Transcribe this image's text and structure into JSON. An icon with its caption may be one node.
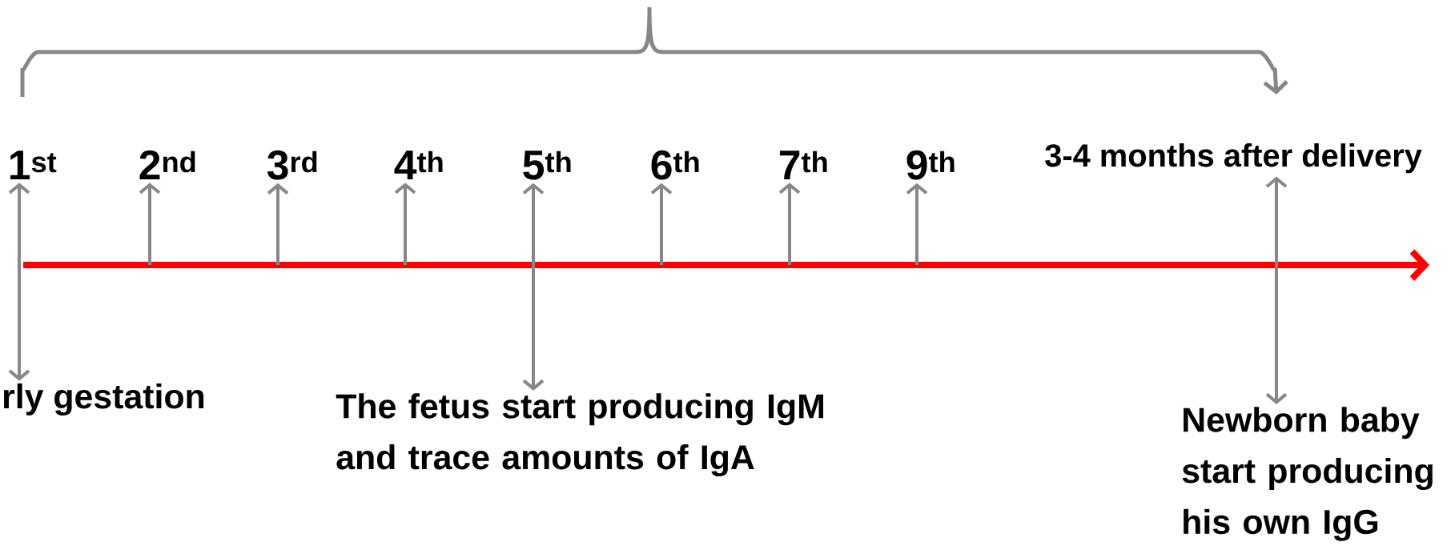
{
  "diagram": {
    "nodes": [
      {
        "text": [
          "1$^{st}$"
        ]
      },
      {
        "text": [
          "2$^{nd}$"
        ]
      },
      {
        "text": [
          "3$^{rd}$"
        ]
      },
      {
        "text": [
          "4$^{th}$"
        ]
      },
      {
        "text": [
          "5$^{th}$"
        ]
      },
      {
        "text": [
          "6$^{th}$"
        ]
      },
      {
        "text": [
          "7$^{th}$"
        ]
      },
      {
        "text": [
          "9$^{th}$"
        ]
      },
      {
        "text": [
          "3-4 months after delivery"
        ]
      },
      {
        "text": [
          "rly gestation"
        ]
      },
      {
        "text": [
          "The fetus start producing IgM and trace amounts of IgA"
        ]
      },
      {
        "text": [
          "Newborn baby start producing his own IgG"
        ]
      }
    ],
    "edges": [
      {
        "from": 0,
        "to": 9,
        "arrow": "both"
      },
      {
        "from": null,
        "to": 1,
        "arrow": "to"
      },
      {
        "from": null,
        "to": 2,
        "arrow": "to"
      },
      {
        "from": null,
        "to": 3,
        "arrow": "to"
      },
      {
        "from": 4,
        "to": 10,
        "arrow": "both"
      },
      {
        "from": null,
        "to": 5,
        "arrow": "to"
      },
      {
        "from": null,
        "to": 6,
        "arrow": "to"
      },
      {
        "from": null,
        "to": 7,
        "arrow": "to"
      },
      {
        "from": 8,
        "to": 11,
        "arrow": "both"
      }
    ]
  }
}
